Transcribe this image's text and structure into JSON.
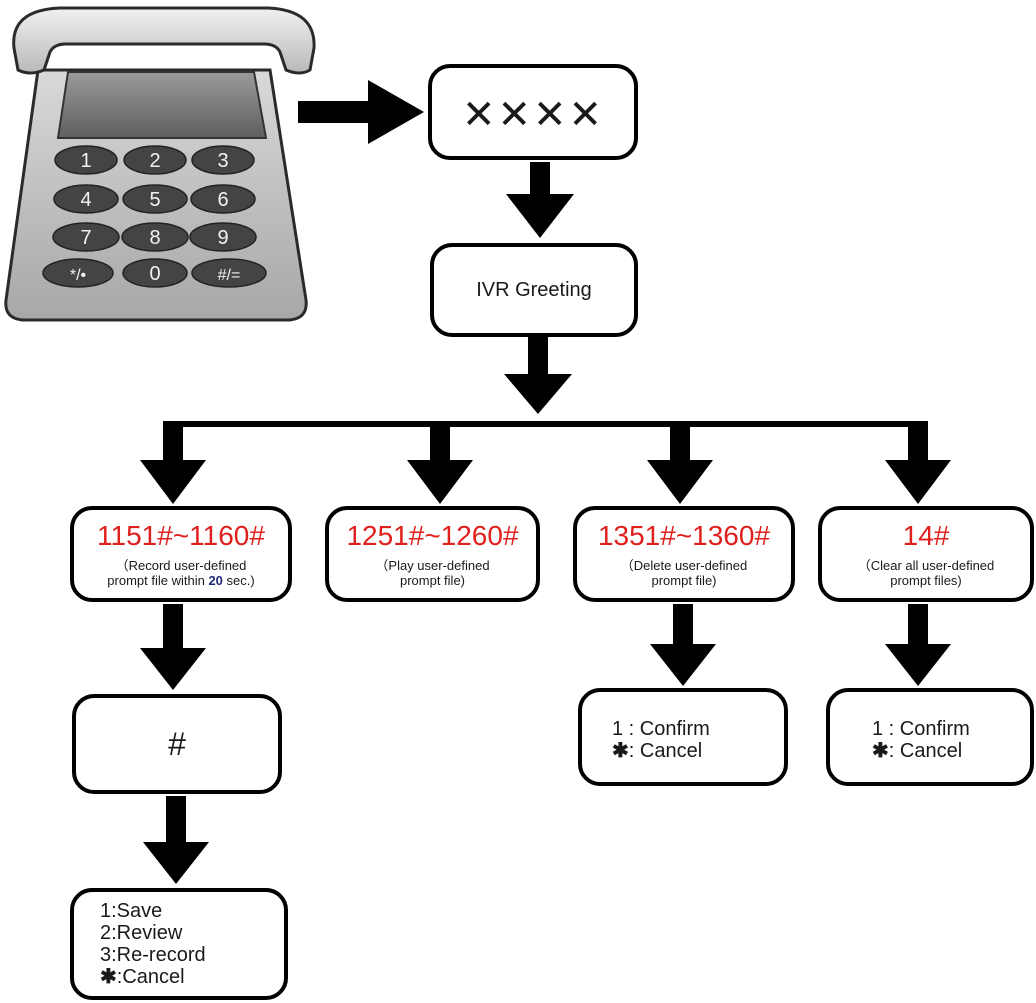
{
  "password_box": {
    "text": "✕✕✕✕"
  },
  "greeting": {
    "label": "IVR Greeting"
  },
  "phone": {
    "keys": [
      "1",
      "2",
      "3",
      "4",
      "5",
      "6",
      "7",
      "8",
      "9",
      "*/•",
      "0",
      "#/="
    ]
  },
  "branches": [
    {
      "code": "1151#~1160#",
      "desc_line1": "（Record user-defined",
      "desc_line2_pre": "prompt file within ",
      "desc_line2_num": "20",
      "desc_line2_post": " sec.)"
    },
    {
      "code": "1251#~1260#",
      "desc_line1": "（Play user-defined",
      "desc_line2": "prompt file)"
    },
    {
      "code": "1351#~1360#",
      "desc_line1": "（Delete user-defined",
      "desc_line2": "prompt file)"
    },
    {
      "code": "14#",
      "desc_line1": "（Clear all user-defined",
      "desc_line2": "prompt files)"
    }
  ],
  "record_step": {
    "symbol": "#"
  },
  "record_options": [
    {
      "key": "1",
      "label": ":Save"
    },
    {
      "key": "2",
      "label": ":Review"
    },
    {
      "key": "3",
      "label": ":Re-record"
    },
    {
      "key": "✱",
      "label": ":Cancel"
    }
  ],
  "delete_options": [
    {
      "key": "1",
      "label": " : Confirm"
    },
    {
      "key": "✱",
      "label": ": Cancel"
    }
  ],
  "clear_options": [
    {
      "key": "1",
      "label": " : Confirm"
    },
    {
      "key": "✱",
      "label": ": Cancel"
    }
  ]
}
